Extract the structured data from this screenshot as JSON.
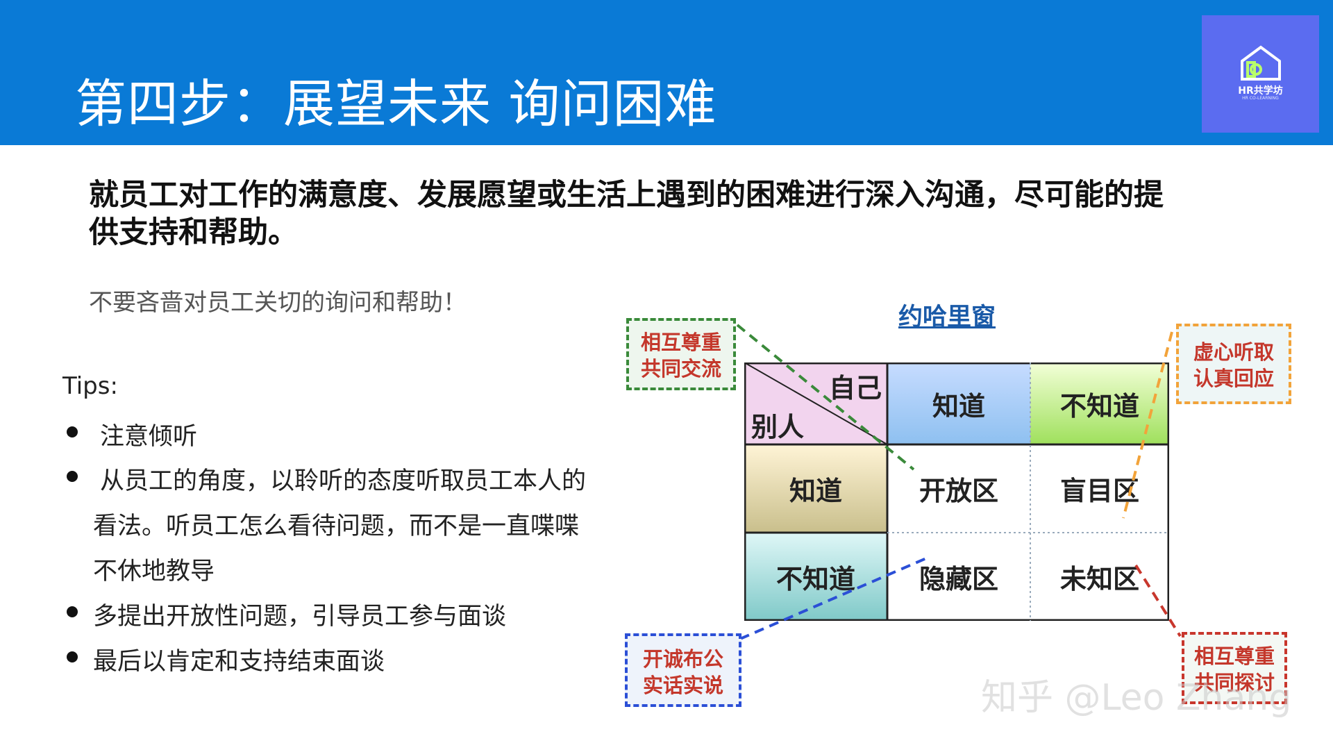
{
  "header": {
    "title": "第四步：展望未来 询问困难"
  },
  "logo": {
    "text": "HR共学坊",
    "sub": "HR CO-LEARNING"
  },
  "content": {
    "lead": "就员工对工作的满意度、发展愿望或生活上遇到的困难进行深入沟通，尽可能的提供支持和帮助。",
    "subnote": "不要吝啬对员工关切的询问和帮助！",
    "tips_label": "Tips:",
    "bullets": {
      "b1": "注意倾听",
      "b2_l1": "从员工的角度，以聆听的态度听取员工本人的",
      "b2_l2": "看法。听员工怎么看待问题，而不是一直喋喋",
      "b2_l3": "不休地教导",
      "b3": "多提出开放性问题，引导员工参与面谈",
      "b4": "最后以肯定和支持结束面谈"
    }
  },
  "johari": {
    "title": "约哈里窗",
    "corner_self": "自己",
    "corner_others": "别人",
    "col_known": "知道",
    "col_unknown": "不知道",
    "row_known": "知道",
    "row_unknown": "不知道",
    "open": "开放区",
    "blind": "盲目区",
    "hidden": "隐藏区",
    "unknown": "未知区",
    "note_open_l1": "相互尊重",
    "note_open_l2": "共同交流",
    "note_blind_l1": "虚心听取",
    "note_blind_l2": "认真回应",
    "note_hidden_l1": "开诚布公",
    "note_hidden_l2": "实话实说",
    "note_unknown_l1": "相互尊重",
    "note_unknown_l2": "共同探讨"
  },
  "watermark": "知乎 @Leo Zhang",
  "colors": {
    "header": "#0a7ad6",
    "logo_bg": "#5b6cf0",
    "green": "#3a8a3a",
    "orange": "#f2a33a",
    "blue": "#2b4fd6",
    "red": "#c8372d"
  }
}
